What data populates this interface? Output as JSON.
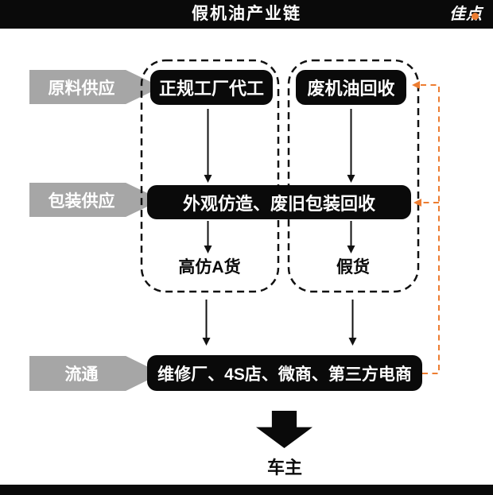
{
  "page": {
    "title": "假机油产业链"
  },
  "logo": {
    "char_left": "佳",
    "char_right": "点",
    "dot_color": "#ED7D31"
  },
  "stages": [
    {
      "id": "raw-material-supply",
      "label": "原料供应"
    },
    {
      "id": "packaging-supply",
      "label": "包装供应"
    },
    {
      "id": "distribution",
      "label": "流通"
    }
  ],
  "nodes": {
    "oem_factory": "正规工厂代工",
    "waste_oil_recycling": "废机油回收",
    "packaging_imitation": "外观仿造、废旧包装回收",
    "high_imitation_goods": "高仿A货",
    "fake_goods": "假货",
    "distribution_channels": "维修厂、4S店、微商、第三方电商",
    "car_owner": "车主"
  },
  "colors": {
    "accent_orange": "#ED7D31",
    "stage_gray": "#A6A6A6",
    "ink_black": "#0A0A0A"
  }
}
